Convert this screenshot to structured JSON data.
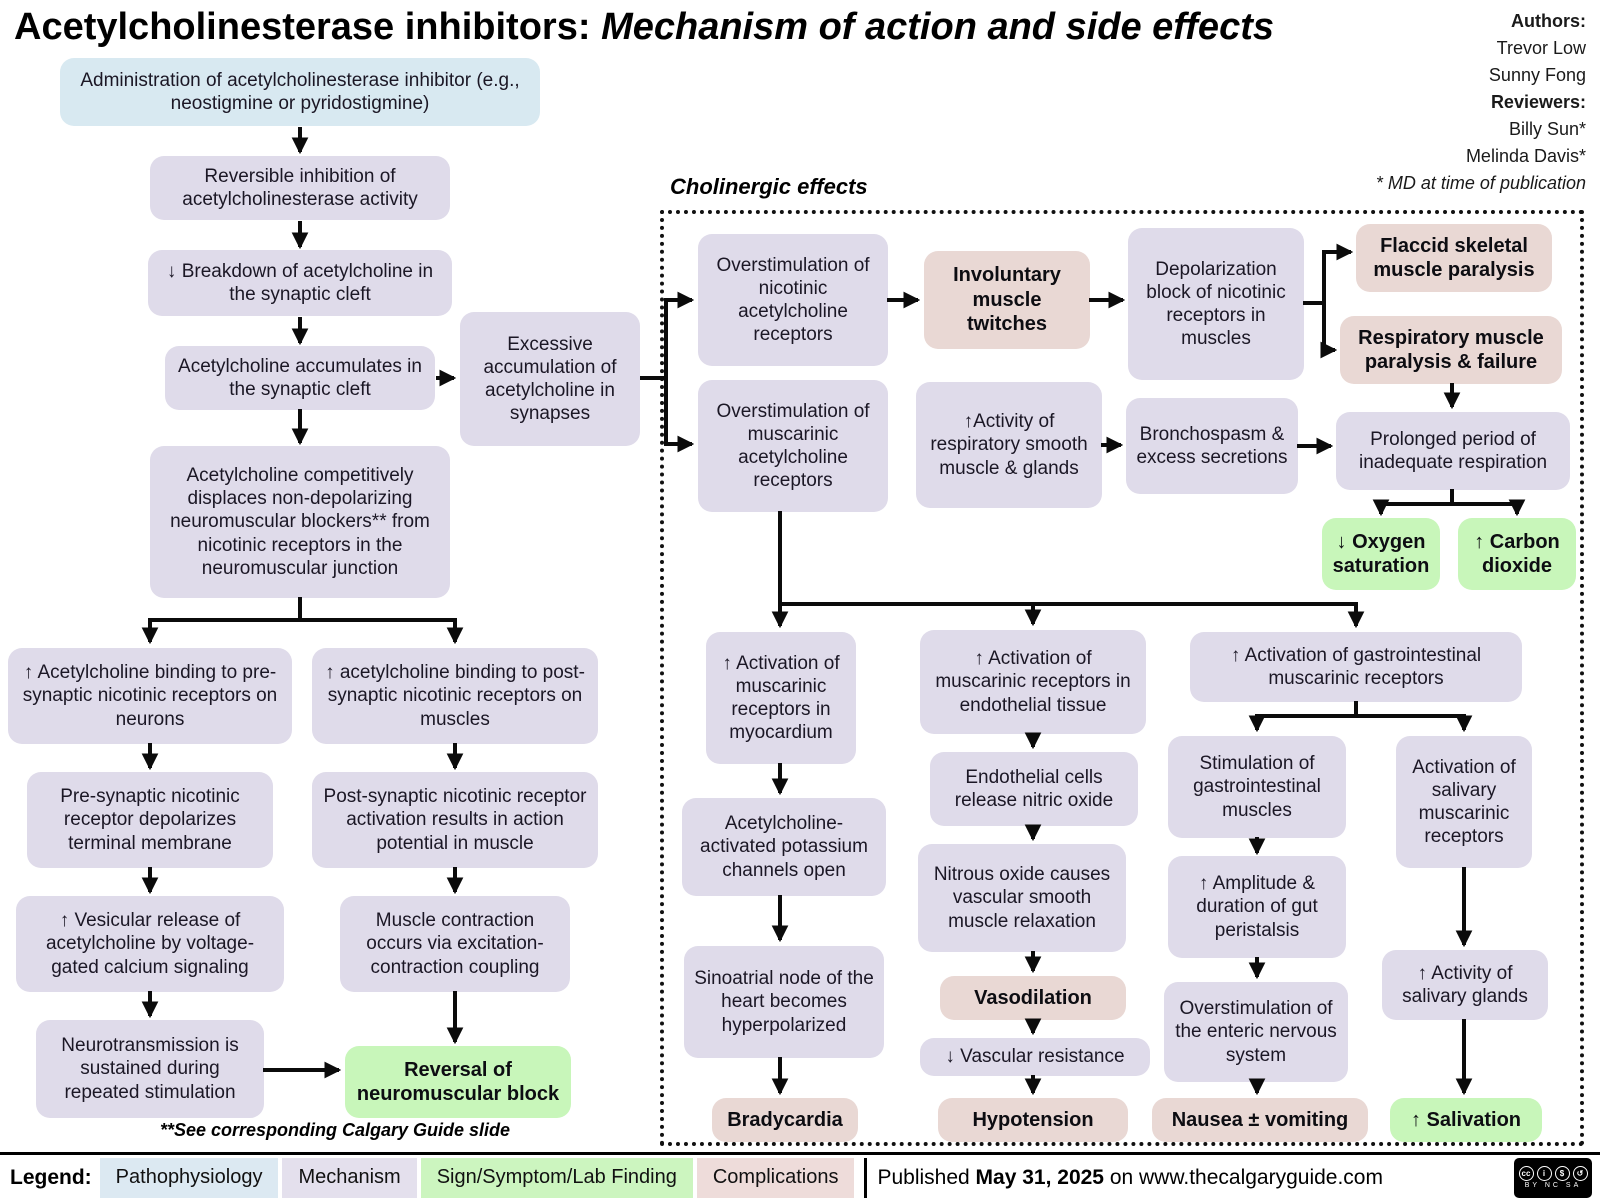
{
  "title": {
    "prefix": "Acetylcholinesterase inhibitors:",
    "emphasis": "Mechanism of action and side effects"
  },
  "credits": {
    "authors_label": "Authors:",
    "authors": [
      "Trevor Low",
      "Sunny Fong"
    ],
    "reviewers_label": "Reviewers:",
    "reviewers": [
      "Billy Sun*",
      "Melinda Davis*"
    ],
    "md_note": "* MD at time of publication"
  },
  "section_label": "Cholinergic effects",
  "footnote": "**See corresponding Calgary Guide slide",
  "nodes": {
    "admin": "Administration of acetylcholinesterase inhibitor (e.g., neostigmine or pyridostigmine)",
    "reversible": "Reversible inhibition of acetylcholinesterase activity",
    "breakdown": "↓ Breakdown of acetylcholine in the synaptic cleft",
    "accumulates": "Acetylcholine accumulates in the synaptic cleft",
    "excessive": "Excessive accumulation of acetylcholine in synapses",
    "displaces": "Acetylcholine competitively displaces non-depolarizing neuromuscular blockers** from nicotinic receptors in the neuromuscular junction",
    "pre_binding": "↑ Acetylcholine binding to pre-synaptic nicotinic receptors on neurons",
    "post_binding": "↑ acetylcholine binding to post-synaptic nicotinic receptors on muscles",
    "pre_depol": "Pre-synaptic nicotinic receptor depolarizes terminal membrane",
    "post_activation": "Post-synaptic nicotinic receptor activation results in action potential in muscle",
    "vesicular": "↑ Vesicular release of acetylcholine by voltage-gated calcium signaling",
    "contraction": "Muscle contraction occurs via excitation-contraction coupling",
    "neurotransmission": "Neurotransmission is sustained during repeated stimulation",
    "reversal": "Reversal of neuromuscular block",
    "overstim_nicotinic": "Overstimulation of nicotinic acetylcholine receptors",
    "twitches": "Involuntary muscle twitches",
    "depol_block": "Depolarization block of nicotinic receptors in muscles",
    "flaccid": "Flaccid skeletal muscle paralysis",
    "resp_paralysis": "Respiratory muscle paralysis & failure",
    "overstim_muscarinic": "Overstimulation of muscarinic acetylcholine receptors",
    "resp_smooth": "↑Activity of respiratory smooth muscle & glands",
    "bronchospasm": "Bronchospasm & excess secretions",
    "prolonged": "Prolonged period of inadequate respiration",
    "oxygen": "↓ Oxygen saturation",
    "carbon": "↑ Carbon dioxide",
    "myocardium": "↑ Activation of muscarinic receptors in myocardium",
    "endothelial_recep": "↑ Activation of muscarinic receptors in endothelial tissue",
    "gi_recep": "↑ Activation of gastrointestinal muscarinic receptors",
    "potassium": "Acetylcholine-activated potassium channels open",
    "sinoatrial": "Sinoatrial node of the heart becomes hyperpolarized",
    "bradycardia": "Bradycardia",
    "endothelial_no": "Endothelial cells release nitric oxide",
    "nitrous": "Nitrous oxide causes vascular smooth muscle relaxation",
    "vasodilation": "Vasodilation",
    "vasc_resistance": "↓ Vascular resistance",
    "hypotension": "Hypotension",
    "gi_muscles": "Stimulation of gastrointestinal muscles",
    "peristalsis": "↑ Amplitude & duration of gut peristalsis",
    "enteric": "Overstimulation of the enteric nervous system",
    "nausea": "Nausea ± vomiting",
    "salivary_recep": "Activation of salivary muscarinic receptors",
    "salivary_glands": "↑ Activity of salivary glands",
    "salivation": "↑ Salivation"
  },
  "legend": {
    "label": "Legend:",
    "items": [
      {
        "label": "Pathophysiology",
        "color": "#dce9f2"
      },
      {
        "label": "Mechanism",
        "color": "#e4e0ed"
      },
      {
        "label": "Sign/Symptom/Lab Finding",
        "color": "#ccf5bf"
      },
      {
        "label": "Complications",
        "color": "#eedcda"
      }
    ]
  },
  "publication": {
    "prefix": "Published",
    "date": "May 31, 2025",
    "suffix": "on www.thecalgaryguide.com"
  },
  "license": {
    "name": "CC BY-NC-SA",
    "letters_text": "BY NC SA"
  }
}
